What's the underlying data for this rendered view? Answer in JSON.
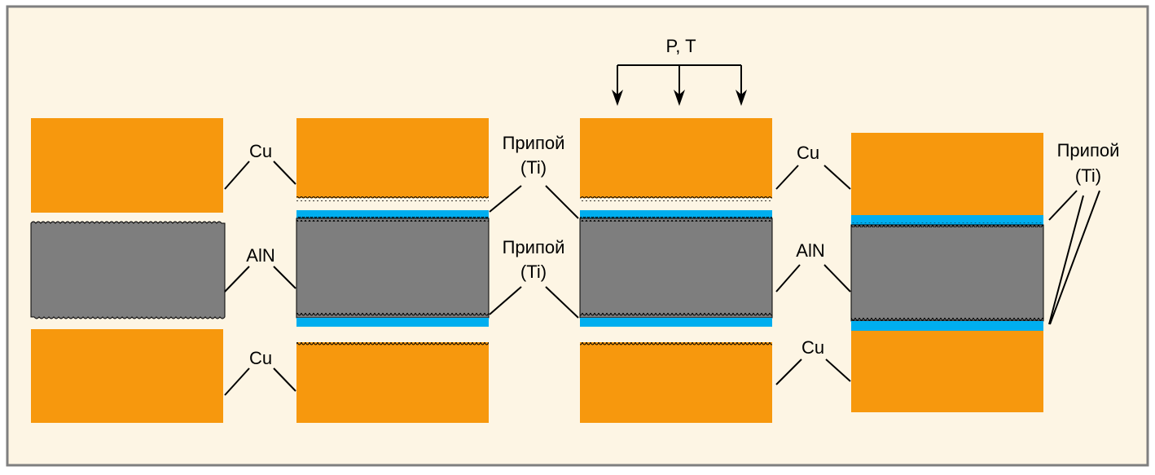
{
  "colors": {
    "background": "#fdf5e4",
    "border": "#7f7f7f",
    "copper": "#f7980d",
    "ceramic": "#7e7e7e",
    "solder": "#00aeef"
  },
  "labels": {
    "cu": "Cu",
    "aln": "AlN",
    "solder_line1": "Припой",
    "solder_line2": "(Ti)",
    "pressure_temp": "P, T"
  }
}
